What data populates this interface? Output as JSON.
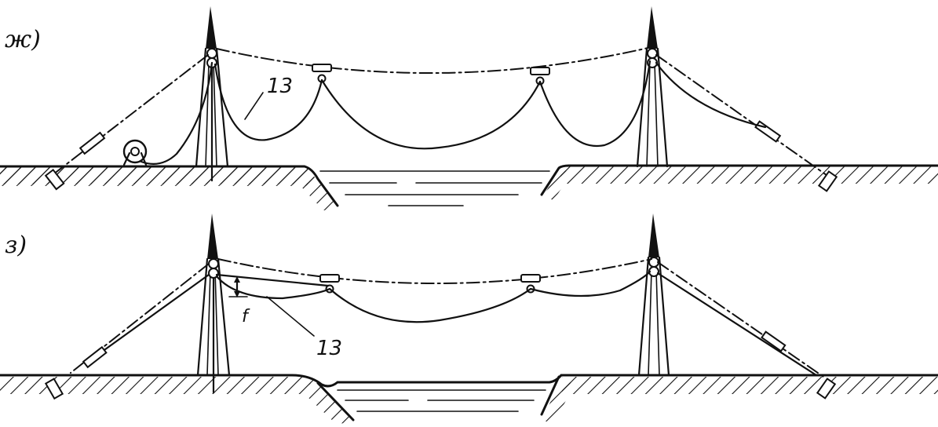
{
  "panels": [
    {
      "label": "ж)",
      "cable_label": "13"
    },
    {
      "label": "з)",
      "cable_label": "13",
      "sag_label": "f"
    }
  ]
}
